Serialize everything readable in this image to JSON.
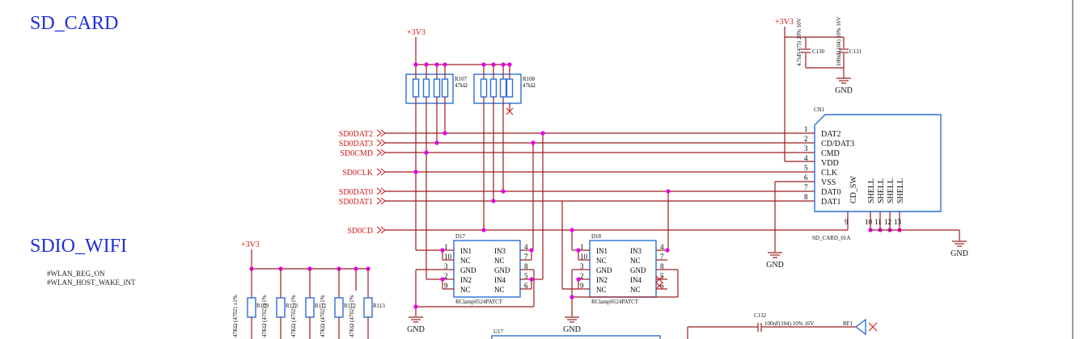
{
  "titles": {
    "sd_card": "SD_CARD",
    "sdio_wifi": "SDIO_WIFI"
  },
  "notes": [
    "#WLAN_REG_ON",
    "#WLAN_HOST_WAKE_INT"
  ],
  "power": {
    "v33": "+3V3",
    "gnd": "GND"
  },
  "nets": [
    "SD0DAT2",
    "SD0DAT3",
    "SD0CMD",
    "SD0CLK",
    "SD0DAT0",
    "SD0DAT1",
    "SD0CD"
  ],
  "resistors": {
    "r107": {
      "ref": "R107",
      "value": "47kΩ"
    },
    "r108": {
      "ref": "R108",
      "value": "47kΩ"
    },
    "bottom": [
      "R109",
      "R110",
      "R111",
      "R112",
      "R113"
    ],
    "bottom_value": "47KΩ (4702) ±1%"
  },
  "caps": {
    "c130": {
      "ref": "C130",
      "value": "4.7uF(475) 20% 10V"
    },
    "c131": {
      "ref": "C131",
      "value": "100nF(104) 10% 16V"
    },
    "c132": {
      "ref": "C132",
      "value": "100nF(104) 10% 16V"
    },
    "rf1": "RF1"
  },
  "connector": {
    "ref": "CN1",
    "part": "SD_CARD_01A",
    "pins": [
      {
        "num": "1",
        "name": "DAT2"
      },
      {
        "num": "2",
        "name": "CD/DAT3"
      },
      {
        "num": "3",
        "name": "CMD"
      },
      {
        "num": "4",
        "name": "VDD"
      },
      {
        "num": "5",
        "name": "CLK"
      },
      {
        "num": "6",
        "name": "VSS"
      },
      {
        "num": "7",
        "name": "DAT0"
      },
      {
        "num": "8",
        "name": "DAT1"
      }
    ],
    "cd_sw": "CD_SW",
    "cd_num": "9",
    "shell": "SHELL",
    "shell_nums": [
      "10",
      "11",
      "12",
      "13"
    ]
  },
  "tvs": {
    "d17": {
      "ref": "D17",
      "part": "RClamp0524PATCT"
    },
    "d18": {
      "ref": "D18",
      "part": "RClamp0524PATCT"
    },
    "left_pins": [
      {
        "num": "1",
        "name": "IN1"
      },
      {
        "num": "10",
        "name": "NC"
      },
      {
        "num": "3",
        "name": "GND"
      },
      {
        "num": "2",
        "name": "IN2"
      },
      {
        "num": "9",
        "name": "NC"
      }
    ],
    "right_pins": [
      {
        "num": "4",
        "name": "IN3"
      },
      {
        "num": "7",
        "name": "NC"
      },
      {
        "num": "8",
        "name": "GND"
      },
      {
        "num": "5",
        "name": "IN4"
      },
      {
        "num": "6",
        "name": "NC"
      }
    ]
  },
  "u17": "U17"
}
